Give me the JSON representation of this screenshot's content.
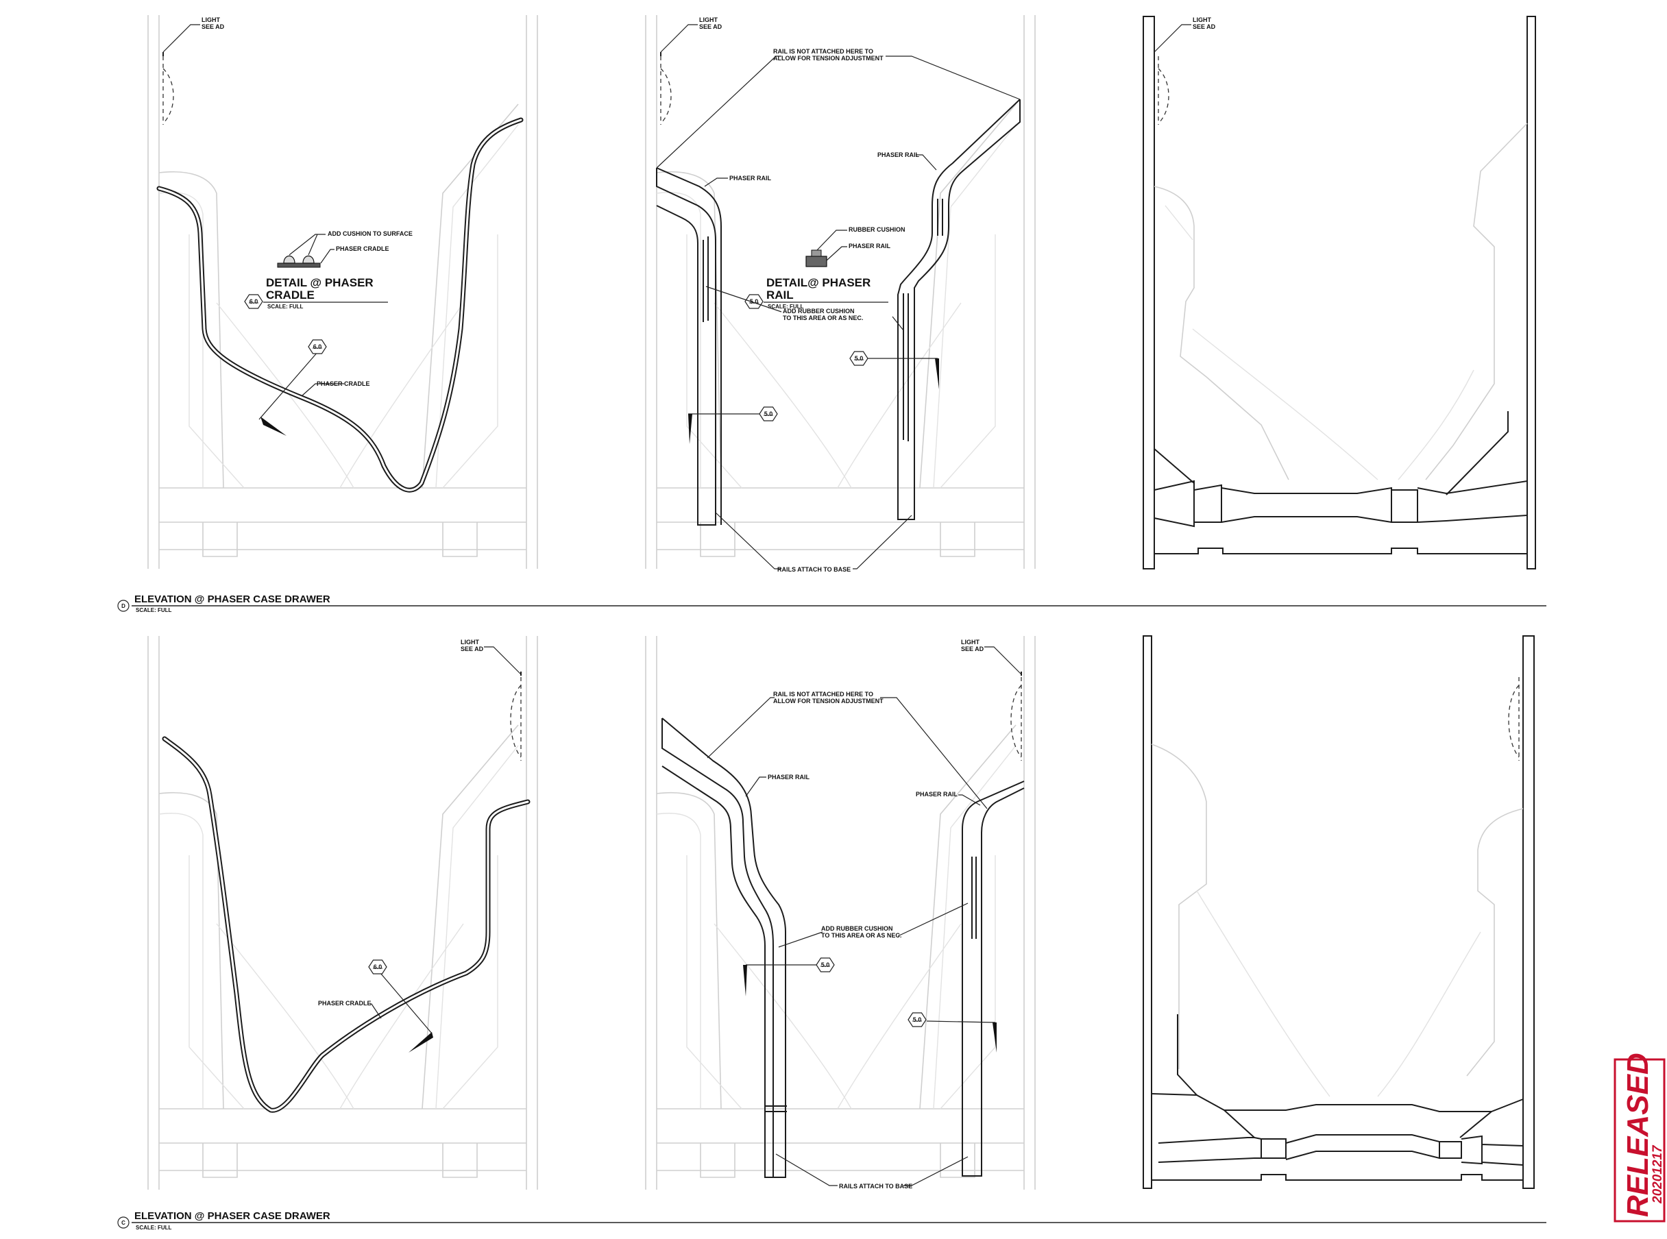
{
  "notes": {
    "light_see_ad": [
      "LIGHT",
      "SEE AD"
    ],
    "add_cushion_to_surface": "ADD CUSHION TO SURFACE",
    "phaser_cradle": "PHASER CRADLE",
    "phaser_rail": "PHASER RAIL",
    "rubber_cushion": "RUBBER CUSHION",
    "rail_not_attached": [
      "RAIL IS NOT ATTACHED HERE TO",
      "ALLOW FOR TENSION ADJUSTMENT"
    ],
    "add_rubber_cushion": [
      "ADD RUBBER CUSHION",
      "TO THIS AREA OR AS NEC."
    ],
    "rails_attach_to_base": "RAILS ATTACH TO BASE"
  },
  "details": {
    "cradle": {
      "title_line1": "DETAIL @ PHASER",
      "title_line2": "CRADLE",
      "tag": "6.0",
      "scale": "SCALE: FULL"
    },
    "rail": {
      "title_line1": "DETAIL@ PHASER",
      "title_line2": "RAIL",
      "tag": "5.0",
      "scale": "SCALE: FULL"
    }
  },
  "callouts": {
    "cradle": "6.0",
    "rail": "5.0"
  },
  "elevations": {
    "top": {
      "tag": "D",
      "title": "ELEVATION @ PHASER CASE DRAWER",
      "scale": "SCALE: FULL"
    },
    "bottom": {
      "tag": "C",
      "title": "ELEVATION @ PHASER CASE DRAWER",
      "scale": "SCALE: FULL"
    }
  },
  "stamp": {
    "label": "RELEASED",
    "date": "20201217",
    "color": "#c8102e"
  }
}
